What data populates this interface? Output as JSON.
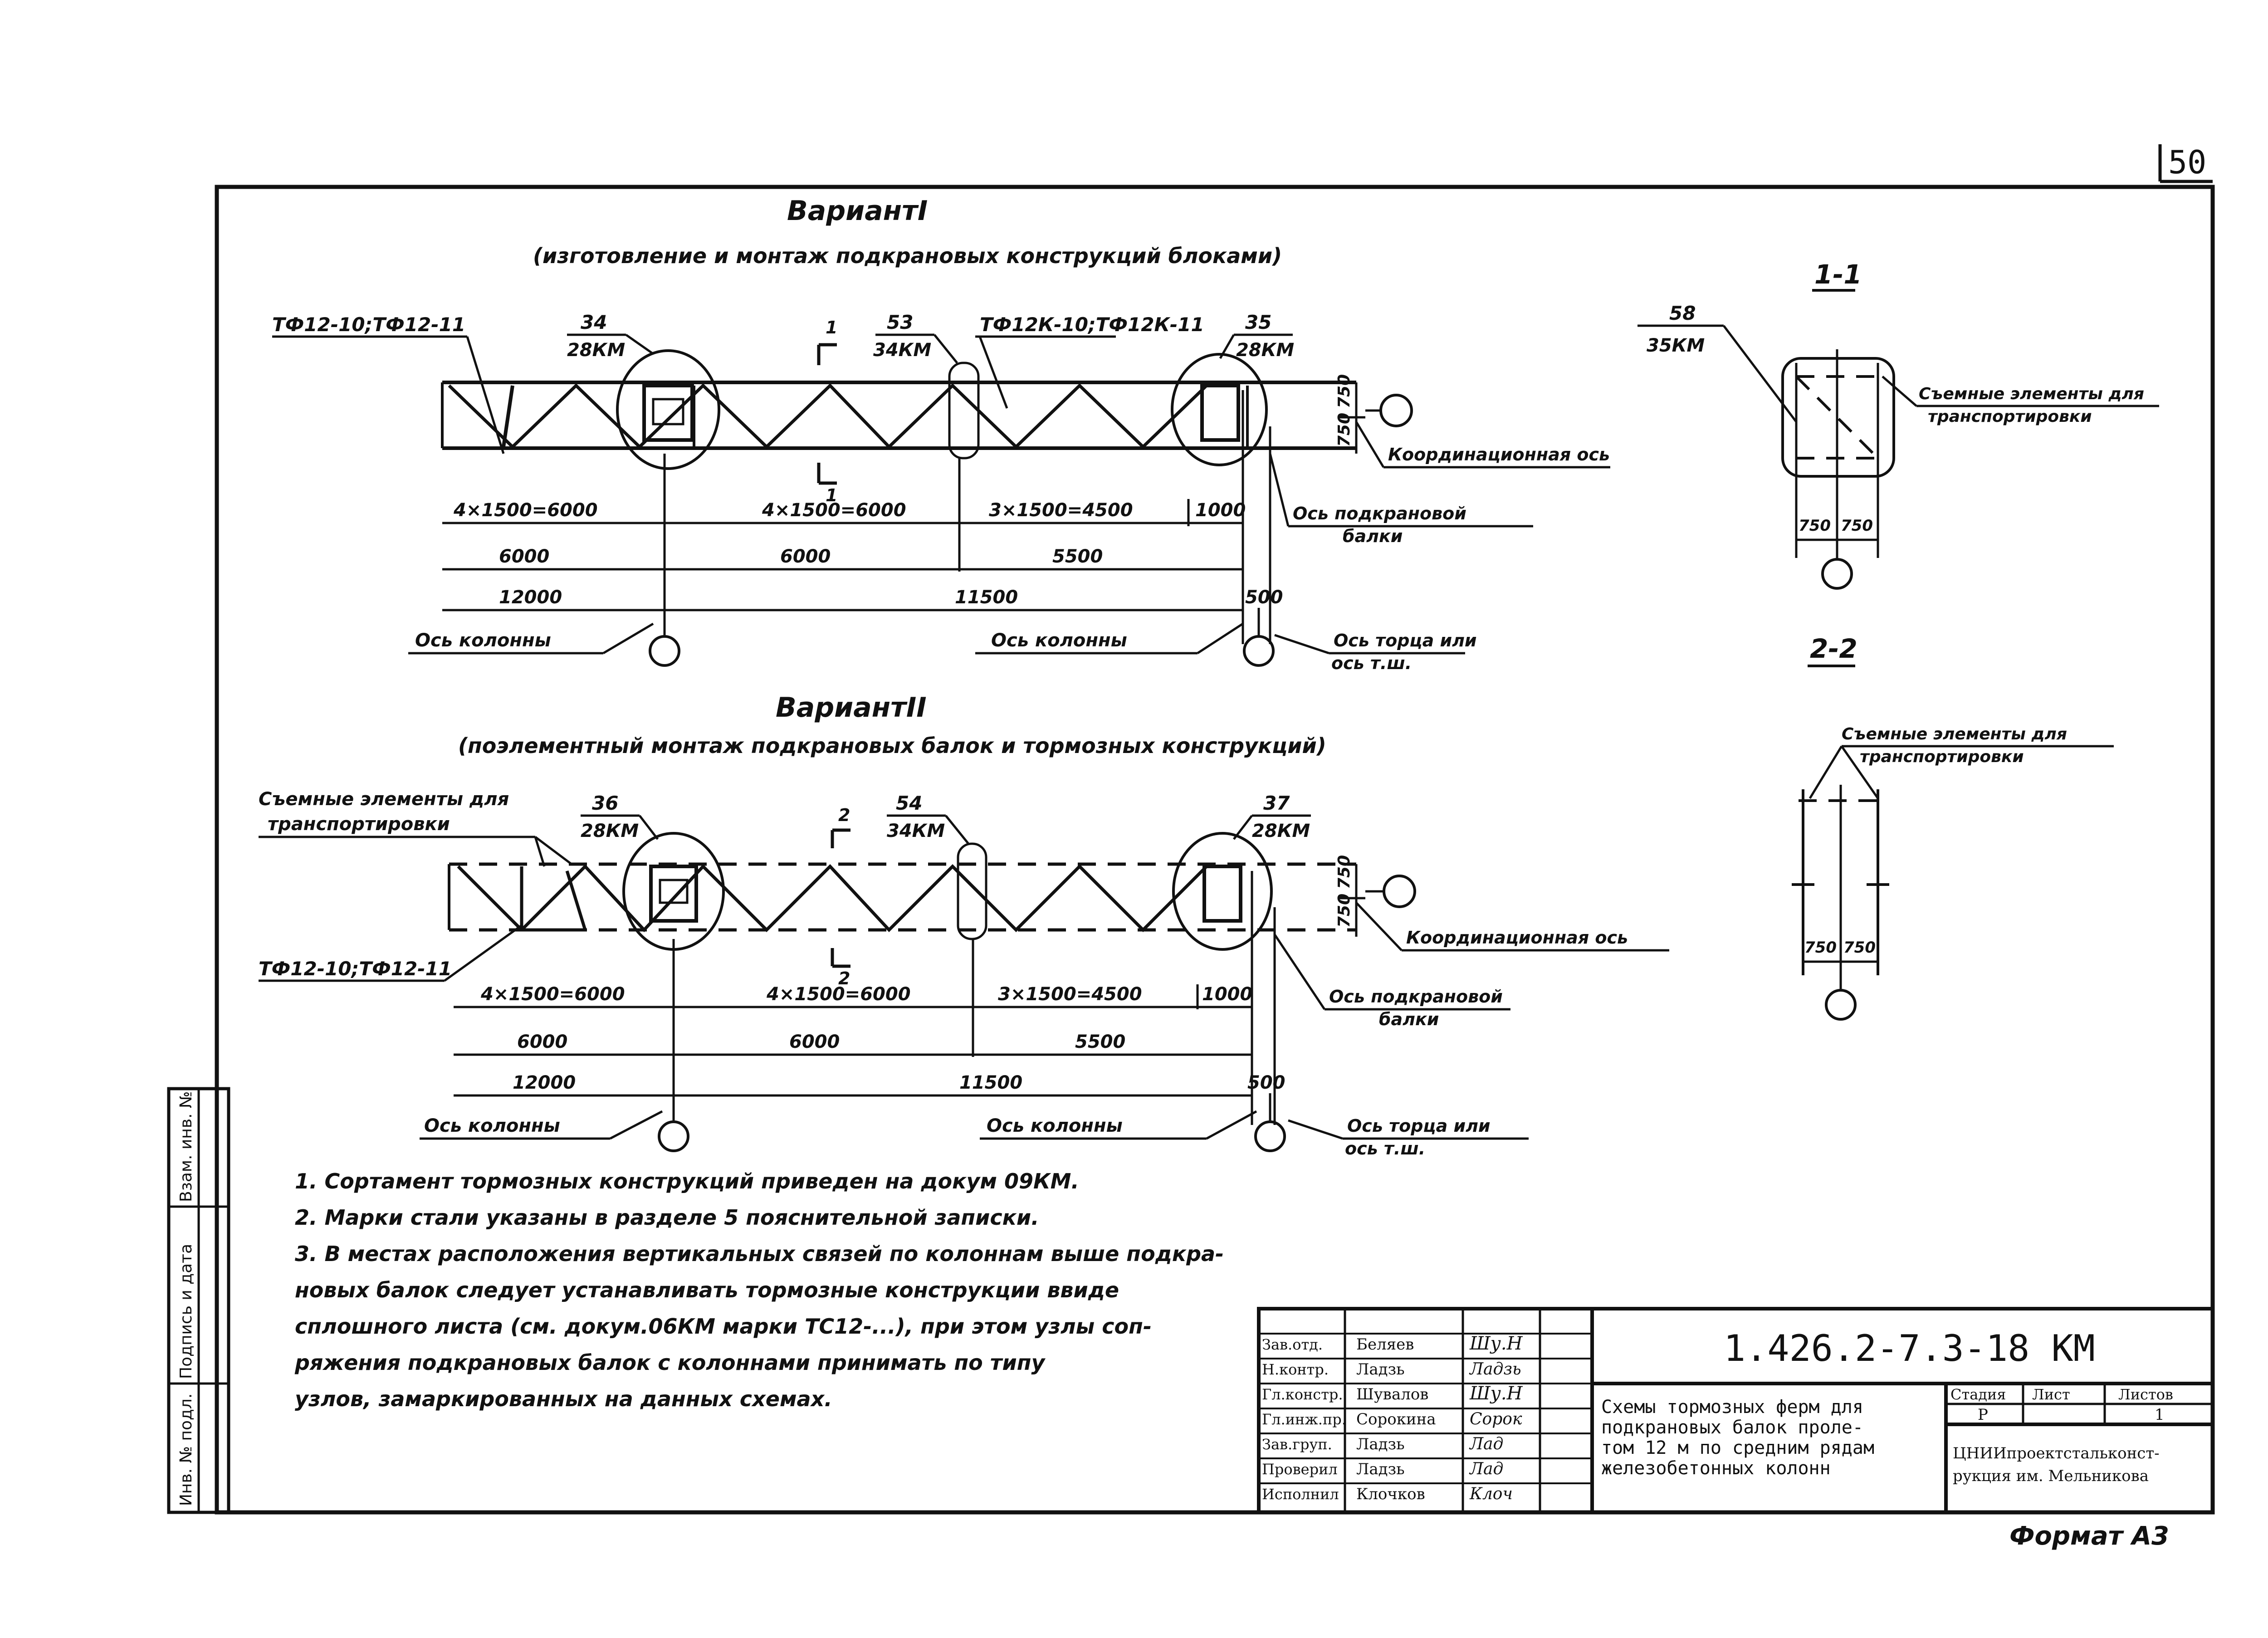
{
  "page_number": "50",
  "format_label": "Формат А3",
  "variant1": {
    "title": "ВариантI",
    "subtitle": "(изготовление и монтаж подкрановых конструкций блоками)",
    "callout_left": "ТФ12-10;ТФ12-11",
    "callout_mid": "ТФ12К-10;ТФ12К-11",
    "node_a_top": "34",
    "node_a_bot": "28КМ",
    "node_b_top": "53",
    "node_b_bot": "34КМ",
    "node_c_top": "35",
    "node_c_bot": "28КМ",
    "section_mark": "1",
    "dim_750_upper": "750",
    "dim_750_lower": "750",
    "coord_axis": "Координационная ось",
    "crane_axis_1": "Ось подкрановой",
    "crane_axis_2": "балки",
    "dim_row1": [
      "4×1500=6000",
      "4×1500=6000",
      "3×1500=4500",
      "1000"
    ],
    "dim_row2": [
      "6000",
      "6000",
      "5500"
    ],
    "dim_row3": [
      "12000",
      "11500",
      "500"
    ],
    "col_axis_left": "Ось колонны",
    "col_axis_mid": "Ось колонны",
    "end_axis_1": "Ось торца или",
    "end_axis_2": "ось т.ш."
  },
  "variant2": {
    "title": "ВариантII",
    "subtitle": "(поэлементный монтаж подкрановых балок и тормозных конструкций)",
    "removable_1": "Съемные элементы для",
    "removable_2": "транспортировки",
    "callout_left": "ТФ12-10;ТФ12-11",
    "node_a_top": "36",
    "node_a_bot": "28КМ",
    "node_b_top": "54",
    "node_b_bot": "34КМ",
    "node_c_top": "37",
    "node_c_bot": "28КМ",
    "section_mark": "2",
    "dim_750_upper": "750",
    "dim_750_lower": "750",
    "coord_axis": "Координационная ось",
    "crane_axis_1": "Ось подкрановой",
    "crane_axis_2": "балки",
    "dim_row1": [
      "4×1500=6000",
      "4×1500=6000",
      "3×1500=4500",
      "1000"
    ],
    "dim_row2": [
      "6000",
      "6000",
      "5500"
    ],
    "dim_row3": [
      "12000",
      "11500",
      "500"
    ],
    "col_axis_left": "Ось колонны",
    "col_axis_mid": "Ось колонны",
    "end_axis_1": "Ось торца или",
    "end_axis_2": "ось т.ш."
  },
  "section11": {
    "title": "1-1",
    "node_top": "58",
    "node_bot": "35КМ",
    "label_1": "Съемные элементы для",
    "label_2": "транспортировки",
    "dim_left": "750",
    "dim_right": "750"
  },
  "section22": {
    "title": "2-2",
    "label_1": "Съемные элементы для",
    "label_2": "транспортировки",
    "dim_left": "750",
    "dim_right": "750"
  },
  "notes": [
    "1. Сортамент тормозных конструкций приведен на докум 09КМ.",
    "2. Марки стали указаны в разделе 5 пояснительной записки.",
    "3. В местах расположения вертикальных связей по колоннам выше подкра-",
    "новых балок следует устанавливать тормозные конструкции ввиде",
    "сплошного листа (см. докум.06КМ марки ТС12-...), при этом узлы соп-",
    "ряжения подкрановых балок с колоннами принимать по типу",
    "узлов, замаркированных на данных схемах."
  ],
  "side_stamp": [
    "Инв. № подл.",
    "Подпись и дата",
    "Взам. инв. №"
  ],
  "title_block": {
    "roles": [
      "Зав.отд.",
      "Н.контр.",
      "Гл.констр.",
      "Гл.инж.пр.",
      "Зав.груп.",
      "Проверил",
      "Исполнил"
    ],
    "names": [
      "Беляев",
      "Ладзь",
      "Шувалов",
      "Сорокина",
      "Ладзь",
      "Ладзь",
      "Клочков"
    ],
    "signatures": [
      "Шу.Н",
      "Ладзь",
      "Шу.Н",
      "Сорок",
      "Лад",
      "Лад",
      "Клоч"
    ],
    "doc_code": "1.426.2-7.3-18 КМ",
    "description": [
      "Схемы тормозных ферм для",
      "подкрановых балок проле-",
      "том 12 м по средним рядам",
      "железобетонных колонн"
    ],
    "stage_header": "Стадия",
    "sheet_header": "Лист",
    "sheets_header": "Листов",
    "stage_value": "Р",
    "sheet_value": "",
    "sheets_value": "1",
    "org": [
      "ЦНИИпроектстальконст-",
      "рукция им. Мельникова"
    ]
  }
}
